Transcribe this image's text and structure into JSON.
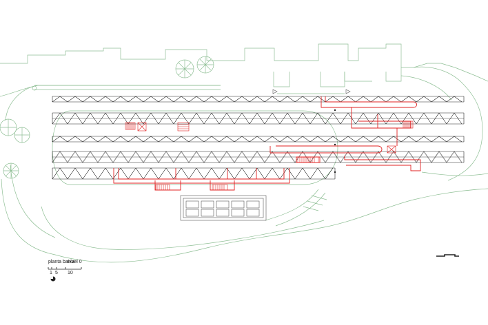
{
  "legend": {
    "title": "planta baixa",
    "level": "nível 0",
    "scale_ticks": [
      "1",
      "5",
      "10"
    ]
  },
  "colors": {
    "site": "#8fbf95",
    "structure": "#222222",
    "circulation": "#e02020",
    "background": "#ffffff"
  },
  "icons": {
    "north_arrow": "north-arrow-icon",
    "trees": "tree-symbol-icon",
    "stairs": "stair-hatch-icon"
  }
}
